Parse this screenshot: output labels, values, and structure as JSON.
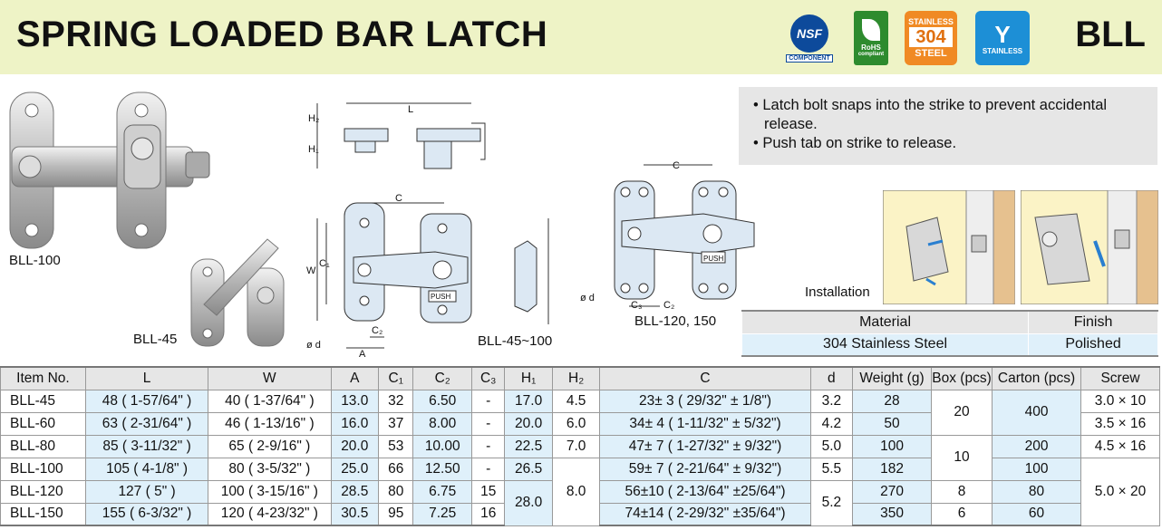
{
  "header": {
    "title": "SPRING LOADED BAR LATCH",
    "code": "BLL",
    "badges": {
      "nsf_top": "NSF",
      "nsf_bottom": "COMPONENT",
      "rohs_top": "RoHS",
      "rohs_bottom": "compliant",
      "s304_top": "STAINLESS",
      "s304_mid": "304",
      "s304_bottom": "STEEL",
      "stainless": "STAINLESS"
    }
  },
  "photos": {
    "bll100": "BLL-100",
    "bll45": "BLL-45",
    "drawing_small": "BLL-45~100",
    "drawing_large": "BLL-120, 150",
    "installation": "Installation"
  },
  "drawing_labels": {
    "L": "L",
    "W": "W",
    "C": "C",
    "C1": "C₁",
    "C2": "C₂",
    "C3": "C₃",
    "H1": "H₁",
    "H2": "H₂",
    "A": "A",
    "d": "ø d",
    "push": "PUSH"
  },
  "features": [
    "• Latch bolt snaps into the strike to prevent accidental release.",
    "• Push tab on strike to release."
  ],
  "material_table": {
    "headers": [
      "Material",
      "Finish"
    ],
    "row": [
      "304 Stainless Steel",
      "Polished"
    ]
  },
  "spec_table": {
    "headers": [
      "Item No.",
      "L",
      "W",
      "A",
      "C₁",
      "C₂",
      "C₃",
      "H₁",
      "H₂",
      "C",
      "d",
      "Weight (g)",
      "Box (pcs)",
      "Carton (pcs)",
      "Screw"
    ],
    "rows": [
      [
        "BLL-45",
        "48 ( 1-57/64\" )",
        "40 ( 1-37/64\" )",
        "13.0",
        "32",
        "6.50",
        "-",
        "17.0",
        "4.5",
        "23± 3 (   29/32\" ±     1/8\")",
        "3.2",
        "28"
      ],
      [
        "BLL-60",
        "63 ( 2-31/64\" )",
        "46 ( 1-13/16\" )",
        "16.0",
        "37",
        "8.00",
        "-",
        "20.0",
        "6.0",
        "34± 4 ( 1-11/32\" ±   5/32\")",
        "4.2",
        "50"
      ],
      [
        "BLL-80",
        "85 ( 3-11/32\" )",
        "65 (   2-9/16\" )",
        "20.0",
        "53",
        "10.00",
        "-",
        "22.5",
        "7.0",
        "47± 7 ( 1-27/32\" ±   9/32\")",
        "5.0",
        "100"
      ],
      [
        "BLL-100",
        "105 (    4-1/8\"  )",
        "80 (   3-5/32\" )",
        "25.0",
        "66",
        "12.50",
        "-",
        "26.5",
        "",
        "59± 7 ( 2-21/64\" ±   9/32\")",
        "5.5",
        "182"
      ],
      [
        "BLL-120",
        "127 (          5\"    )",
        "100 ( 3-15/16\" )",
        "28.5",
        "80",
        "6.75",
        "15",
        "",
        "",
        "56±10 ( 2-13/64\" ±25/64\")",
        "",
        "270"
      ],
      [
        "BLL-150",
        "155 ( 6-3/32\" )",
        "120 ( 4-23/32\" )",
        "30.5",
        "95",
        "7.25",
        "16",
        "",
        "",
        "74±14 ( 2-29/32\" ±35/64\")",
        "",
        "350"
      ]
    ],
    "merged": {
      "h1_120_150": "28.0",
      "h2_100_150": "8.0",
      "d_120_150": "5.2",
      "box_45_60": "20",
      "box_80_100": "10",
      "box_120": "8",
      "box_150": "6",
      "carton_45_60": "400",
      "carton_80": "200",
      "carton_100": "100",
      "carton_120": "80",
      "carton_150": "60",
      "screw_45": "3.0 × 10",
      "screw_60": "3.5 × 16",
      "screw_80": "4.5 × 16",
      "screw_100_150": "5.0 × 20"
    }
  }
}
